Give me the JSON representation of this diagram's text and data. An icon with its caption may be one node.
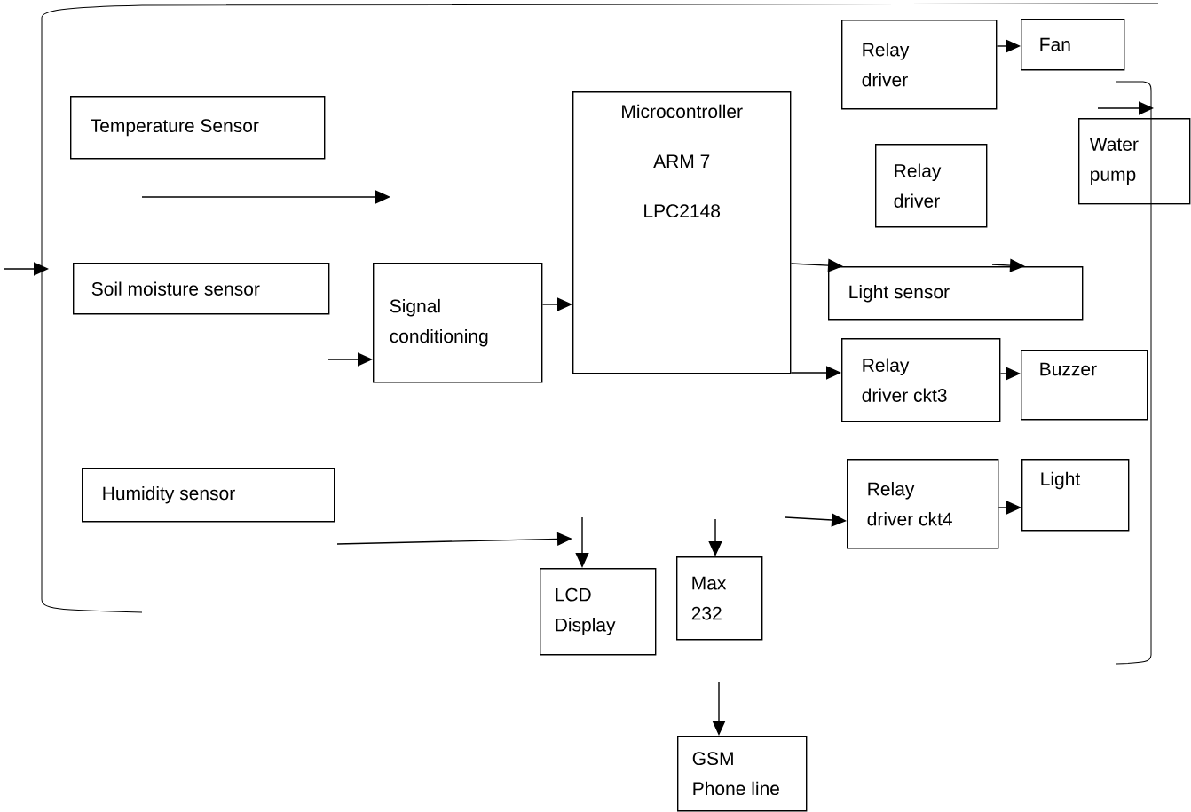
{
  "diagram": {
    "nodes": [
      {
        "text": [
          "Temperature Sensor"
        ]
      },
      {
        "text": [
          "Soil moisture sensor"
        ]
      },
      {
        "text": [
          "Signal conditioning"
        ]
      },
      {
        "text": [
          "Microcontroller",
          "ARM 7",
          "LPC2148"
        ]
      },
      {
        "text": [
          "Humidity sensor"
        ]
      },
      {
        "text": [
          "Relay driver"
        ]
      },
      {
        "text": [
          "Fan"
        ]
      },
      {
        "text": [
          "Relay driver"
        ]
      },
      {
        "text": [
          "Water pump"
        ]
      },
      {
        "text": [
          "Light sensor"
        ]
      },
      {
        "text": [
          "Relay driver ckt3"
        ]
      },
      {
        "text": [
          "Buzzer"
        ]
      },
      {
        "text": [
          "Relay driver ckt4"
        ]
      },
      {
        "text": [
          "Light"
        ]
      },
      {
        "text": [
          "LCD Display"
        ]
      },
      {
        "text": [
          "Max 232"
        ]
      },
      {
        "text": [
          "GSM Phone line"
        ]
      }
    ],
    "edges": [
      {
        "from": 5,
        "to": 6,
        "arrow": "to"
      },
      {
        "from": 2,
        "to": 3,
        "arrow": "to"
      },
      {
        "from": 3,
        "to": 9,
        "arrow": "to"
      },
      {
        "from": 3,
        "to": 10,
        "arrow": "to"
      },
      {
        "from": 10,
        "to": 11,
        "arrow": "to"
      },
      {
        "from": 12,
        "to": 13,
        "arrow": "to"
      },
      {
        "from": null,
        "to": 2,
        "arrow": "to"
      },
      {
        "from": null,
        "to": 14,
        "arrow": "to"
      },
      {
        "from": null,
        "to": 15,
        "arrow": "to"
      },
      {
        "from": null,
        "to": 16,
        "arrow": "to"
      },
      {
        "from": null,
        "to": 12,
        "arrow": "to"
      },
      {
        "from": null,
        "to": 9,
        "arrow": "to"
      }
    ]
  }
}
